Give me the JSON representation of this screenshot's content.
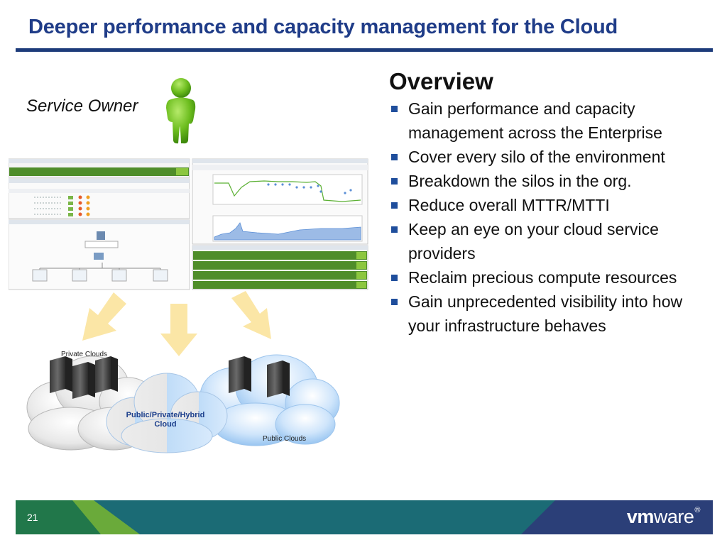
{
  "slide": {
    "title": "Deeper performance and capacity management for the Cloud",
    "service_owner": "Service Owner",
    "page_number": "21"
  },
  "overview": {
    "heading": "Overview",
    "bullets": [
      "Gain performance and capacity management across the Enterprise",
      "Cover every silo of the environment",
      "Breakdown the silos in the org.",
      "Reduce overall MTTR/MTTI",
      "Keep an eye on your cloud service providers",
      "Reclaim precious compute resources",
      "Gain unprecedented visibility into how your infrastructure behaves"
    ]
  },
  "illustration": {
    "private_clouds": "Private Clouds",
    "hybrid_cloud": "Public/Private/Hybrid Cloud",
    "public_clouds": "Public Clouds"
  },
  "footer": {
    "logo_bold": "vm",
    "logo_regular": "ware",
    "logo_mark": "®"
  },
  "colors": {
    "title_blue": "#1f3c88",
    "rule_navy": "#1d3b7a",
    "bullet_blue": "#1f4e9c",
    "footer_green": "#6aaa3a",
    "footer_teal": "#1b6b75",
    "footer_navy": "#2b3f78"
  }
}
